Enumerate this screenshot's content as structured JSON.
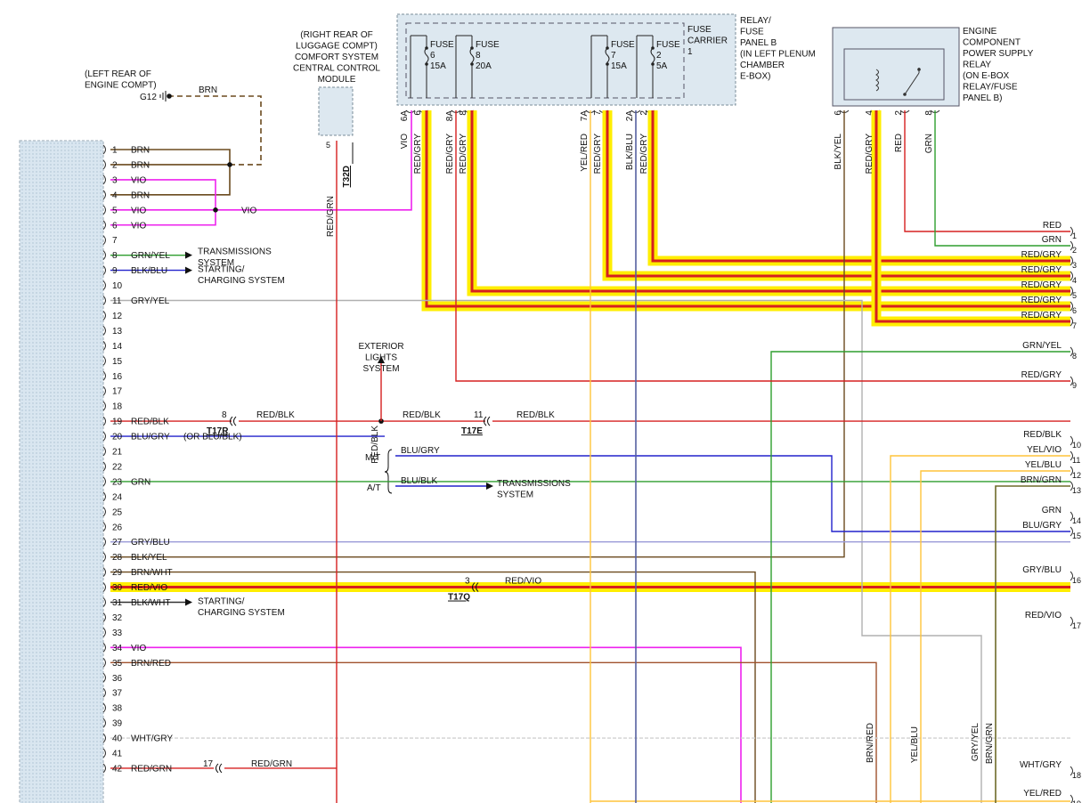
{
  "colors": {
    "BRN": "#6b4a1e",
    "VIO": "#ee22ee",
    "RED": "#d62020",
    "GRN": "#2e9e2e",
    "YEL": "#ffc43a",
    "BLK": "#333333",
    "BLU": "#2222cc",
    "GRY": "#b0b0b0",
    "WHT": "#d0d0d0",
    "highlight": "#ffee00",
    "box_fill": "#dde8f0",
    "box_stroke": "#7a8d99"
  },
  "ecm_pins": [
    {
      "pin": "1",
      "color": "BRN"
    },
    {
      "pin": "2",
      "color": "BRN"
    },
    {
      "pin": "3",
      "color": "VIO"
    },
    {
      "pin": "4",
      "color": "BRN"
    },
    {
      "pin": "5",
      "color": "VIO"
    },
    {
      "pin": "6",
      "color": "VIO"
    },
    {
      "pin": "7",
      "color": ""
    },
    {
      "pin": "8",
      "color": "GRN/YEL"
    },
    {
      "pin": "9",
      "color": "BLK/BLU"
    },
    {
      "pin": "10",
      "color": ""
    },
    {
      "pin": "11",
      "color": "GRY/YEL"
    },
    {
      "pin": "12",
      "color": ""
    },
    {
      "pin": "13",
      "color": ""
    },
    {
      "pin": "14",
      "color": ""
    },
    {
      "pin": "15",
      "color": ""
    },
    {
      "pin": "16",
      "color": ""
    },
    {
      "pin": "17",
      "color": ""
    },
    {
      "pin": "18",
      "color": ""
    },
    {
      "pin": "19",
      "color": "RED/BLK"
    },
    {
      "pin": "20",
      "color": "BLU/GRY"
    },
    {
      "pin": "21",
      "color": ""
    },
    {
      "pin": "22",
      "color": ""
    },
    {
      "pin": "23",
      "color": "GRN"
    },
    {
      "pin": "24",
      "color": ""
    },
    {
      "pin": "25",
      "color": ""
    },
    {
      "pin": "26",
      "color": ""
    },
    {
      "pin": "27",
      "color": "GRY/BLU"
    },
    {
      "pin": "28",
      "color": "BLK/YEL"
    },
    {
      "pin": "29",
      "color": "BRN/WHT"
    },
    {
      "pin": "30",
      "color": "RED/VIO"
    },
    {
      "pin": "31",
      "color": "BLK/WHT"
    },
    {
      "pin": "32",
      "color": ""
    },
    {
      "pin": "33",
      "color": ""
    },
    {
      "pin": "34",
      "color": "VIO"
    },
    {
      "pin": "35",
      "color": "BRN/RED"
    },
    {
      "pin": "36",
      "color": ""
    },
    {
      "pin": "37",
      "color": ""
    },
    {
      "pin": "38",
      "color": ""
    },
    {
      "pin": "39",
      "color": ""
    },
    {
      "pin": "40",
      "color": "WHT/GRY"
    },
    {
      "pin": "41",
      "color": ""
    },
    {
      "pin": "42",
      "color": "RED/GRN"
    }
  ],
  "right_pins": [
    {
      "pin": "1",
      "color": "RED"
    },
    {
      "pin": "2",
      "color": "GRN"
    },
    {
      "pin": "3",
      "color": "RED/GRY"
    },
    {
      "pin": "4",
      "color": "RED/GRY"
    },
    {
      "pin": "5",
      "color": "RED/GRY"
    },
    {
      "pin": "6",
      "color": "RED/GRY"
    },
    {
      "pin": "7",
      "color": "RED/GRY"
    },
    {
      "pin": "8",
      "color": "GRN/YEL"
    },
    {
      "pin": "9",
      "color": "RED/GRY"
    },
    {
      "pin": "10",
      "color": "RED/BLK"
    },
    {
      "pin": "11",
      "color": "YEL/VIO"
    },
    {
      "pin": "12",
      "color": "YEL/BLU"
    },
    {
      "pin": "13",
      "color": "BRN/GRN"
    },
    {
      "pin": "14",
      "color": "GRN"
    },
    {
      "pin": "15",
      "color": "BLU/GRY"
    },
    {
      "pin": "16",
      "color": "GRY/BLU"
    },
    {
      "pin": "17",
      "color": "RED/VIO"
    },
    {
      "pin": "18",
      "color": "WHT/GRY"
    },
    {
      "pin": "19",
      "color": "YEL/RED"
    }
  ],
  "labels": {
    "left_rear": "(LEFT REAR OF\nENGINE COMPT)",
    "g12": "G12",
    "brn": "BRN",
    "vio": "VIO",
    "comfort": "(RIGHT REAR OF\nLUGGAGE COMPT)\nCOMFORT SYSTEM\nCENTRAL CONTROL\nMODULE",
    "comfort_pin": "5",
    "comfort_wire": "RED/GRN",
    "t32d": "T32D",
    "relay_panel": "RELAY/\nFUSE\nPANEL B\n(IN LEFT PLENUM\nCHAMBER\nE-BOX)",
    "fuse_carrier": "FUSE\nCARRIER\n1",
    "fuses": [
      {
        "name": "FUSE",
        "num": "6",
        "amp": "15A"
      },
      {
        "name": "FUSE",
        "num": "8",
        "amp": "20A"
      },
      {
        "name": "FUSE",
        "num": "7",
        "amp": "15A"
      },
      {
        "name": "FUSE",
        "num": "2",
        "amp": "5A"
      }
    ],
    "fuse_pins": [
      "6A",
      "6",
      "8A",
      "8",
      "7A",
      "7",
      "2A",
      "2"
    ],
    "fuse_wires": [
      "VIO",
      "RED/GRY",
      "RED/GRY",
      "RED/GRY",
      "YEL/RED",
      "RED/GRY",
      "BLK/BLU",
      "RED/GRY"
    ],
    "relay_title": "ENGINE\nCOMPONENT\nPOWER SUPPLY\nRELAY\n(ON E-BOX\nRELAY/FUSE\nPANEL B)",
    "relay_pins": [
      "6",
      "4",
      "2",
      "8"
    ],
    "relay_wires": [
      "BLK/YEL",
      "RED/GRY",
      "RED",
      "GRN"
    ],
    "trans_sys": "TRANSMISSIONS\nSYSTEM",
    "starting_sys": "STARTING/\nCHARGING SYSTEM",
    "ext_lights": "EXTERIOR\nLIGHTS\nSYSTEM",
    "red_blk": "RED/BLK",
    "t17r": "T17R",
    "t17r_pin": "8",
    "t17e": "T17E",
    "t17e_pin": "11",
    "mt": "M/T",
    "at": "A/T",
    "blu_gry": "BLU/GRY",
    "blu_blk": "BLU/BLK",
    "or_blu_blk": "(OR BLU/BLK)",
    "red_vio": "RED/VIO",
    "t17q": "T17Q",
    "t17q_pin": "3",
    "red_grn": "RED/GRN",
    "t17_17": "17",
    "v_brn_red": "BRN/RED",
    "v_yel_blu": "YEL/BLU",
    "v_gry_yel": "GRY/YEL",
    "v_brn_grn": "BRN/GRN"
  }
}
